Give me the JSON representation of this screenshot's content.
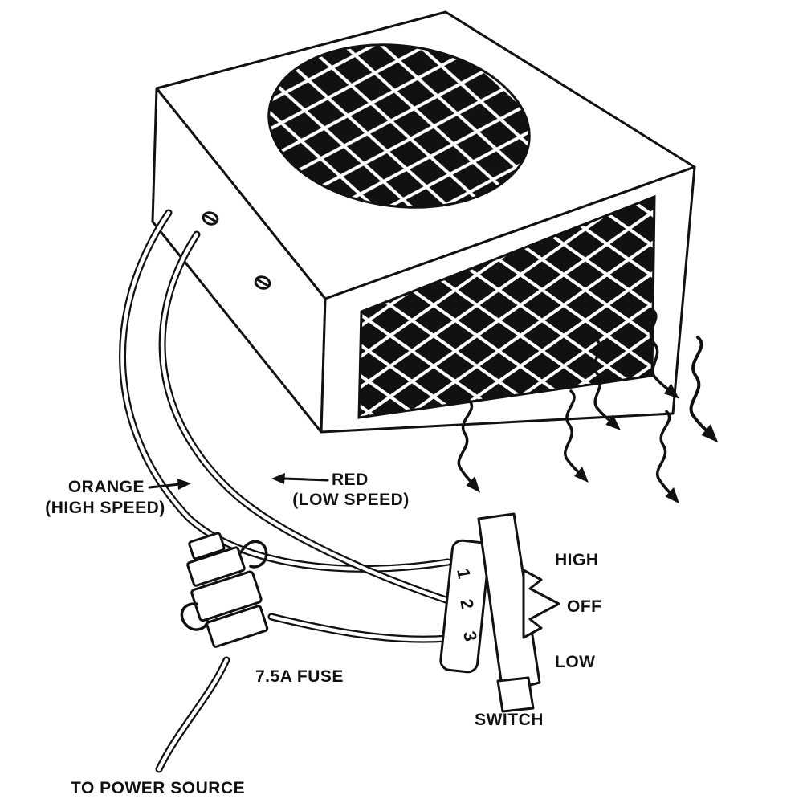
{
  "diagram": {
    "labels": {
      "orange_line1": "ORANGE",
      "orange_line2": "(HIGH SPEED)",
      "red_line1": "RED",
      "red_line2": "(LOW SPEED)",
      "fuse": "7.5A FUSE",
      "power_source": "TO POWER SOURCE",
      "switch": "SWITCH",
      "high": "HIGH",
      "off": "OFF",
      "low": "LOW"
    },
    "switch_positions": [
      "1",
      "2",
      "3"
    ],
    "colors": {
      "ink": "#111111",
      "background": "#ffffff"
    }
  }
}
